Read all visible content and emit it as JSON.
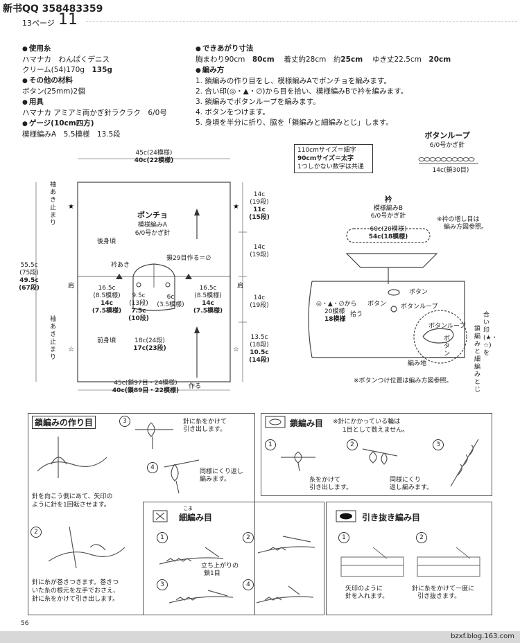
{
  "header": {
    "title": "新书QQ 358483359",
    "page_label": "13ページ",
    "page_num": "11"
  },
  "materials": [
    {
      "head": "使用糸"
    },
    {
      "text": "ハマナカ　わんぱくデニス"
    },
    {
      "text": "クリーム(54)170g",
      "bold": "135g"
    },
    {
      "head": "その他の材料"
    },
    {
      "text": "ボタン(25mm)2個"
    },
    {
      "head": "用具"
    },
    {
      "text": "ハマナカ アミアミ両かぎ針ラクラク　6/0号"
    },
    {
      "head": "ゲージ(10cm四方)"
    },
    {
      "text": "模様編みA　5.5模様　13.5段"
    }
  ],
  "finished": {
    "head": "できあがり寸法",
    "line": "胸まわり90cm",
    "line_b": "80cm",
    "line2": "着丈約28cm　約",
    "line2_b": "25cm",
    "line3": "ゆき丈22.5cm",
    "line3_b": "20cm"
  },
  "method": {
    "head": "編み方",
    "steps": [
      "1. 鎖編みの作り目をし、模様編みAでポンチョを編みます。",
      "2. 合い印(◎・▲・∅)から目を拾い、模様編みBで衿を編みます。",
      "3. 鎖編みでボタンループを編みます。",
      "4. ボタンをつけます。",
      "5. 身頃を半分に折り、脇を「鎖編みと細編みとじ」します。"
    ]
  },
  "size_box": [
    "110cmサイズ＝細字",
    "90cmサイズ＝太字",
    "1つしかない数字は共通"
  ],
  "poncho": {
    "top_w": "45c(24模様)",
    "top_w_b": "40c(22模様)",
    "title": "ポンチョ",
    "pattern": "模様編みA",
    "hook": "6/0号かぎ針",
    "back": "後身頃",
    "front": "前身頃",
    "collar": "衿あき",
    "chain": "鎖29目作る＝∅",
    "left_side": "袖あき止まり",
    "left_side2": "袖あき止まり",
    "shoulder": "肩",
    "shoulder_r": "肩",
    "height": "55.5c",
    "height2": "(75段)",
    "height_b": "49.5c",
    "height2_b": "(67段)",
    "r1": "14c",
    "r1b": "(19段)",
    "r1c": "11c",
    "r1d": "(15段)",
    "r2": "14c",
    "r2b": "(19段)",
    "r3": "14c",
    "r3b": "(19段)",
    "r4": "13.5c",
    "r4b": "(18段)",
    "r4c": "10.5c",
    "r4d": "(14段)",
    "sh_l": "16.5c",
    "sh_l2": "(8.5模様)",
    "sh_lb": "14c",
    "sh_lb2": "(7.5模様)",
    "sh_r": "16.5c",
    "sh_r2": "(8.5模様)",
    "sh_rb": "14c",
    "sh_rb2": "(7.5模様)",
    "nk_l": "9.5c",
    "nk_l2": "(13段)",
    "nk_lb": "7.5c",
    "nk_lb2": "(10段)",
    "nk_c": "6c",
    "nk_c2": "(3.5模様)",
    "fr": "18c(24段)",
    "fr_b": "17c(23段)",
    "bot": "45c(鎖97目・24模様)",
    "bot_b": "40c(鎖89目・22模様)",
    "bot_make": "作る"
  },
  "button_loop": {
    "title": "ボタンループ",
    "hook": "6/0号かぎ針",
    "len": "14c(鎖30目)"
  },
  "eri": {
    "title": "衿",
    "pattern": "模様編みB",
    "hook": "6/0号かぎ針",
    "w": "60c(20模様)",
    "w_b": "54c(18模様)",
    "note": "※衿の増し目は",
    "note2": "編み方図参照。",
    "pick": "◎・▲・∅から",
    "pick2": "20模様",
    "pick2_b": "18模様",
    "pick3": "拾う",
    "button": "ボタン",
    "button2": "ボタン",
    "loop": "ボタンループ",
    "loop2": "ボタンループ",
    "button3": "ボタン",
    "base": "編み地",
    "side": "合い印(★・☆)を",
    "side2": "鎖編みと細編みとじ",
    "foot": "※ボタンつけ位置は編み方図参照。"
  },
  "chain_start": {
    "title": "鎖編みの作り目",
    "s1": "針を向こう側にあて、矢印の",
    "s1b": "ように針を1回転させます。",
    "s2": "針に糸が巻きつきます。巻きつ",
    "s2b": "いた糸の根元を左手でおさえ、",
    "s2c": "針に糸をかけて引き出します。",
    "s3": "針に糸をかけて",
    "s3b": "引き出します。",
    "s4": "同様にくり返し",
    "s4b": "編みます。"
  },
  "chain_st": {
    "title": "鎖編み目",
    "note": "※針にかかっている輪は",
    "note2": "1目として数えません。",
    "s1": "糸をかけて",
    "s1b": "引き出します。",
    "s2": "同様にくり",
    "s2b": "返し編みます。"
  },
  "sc": {
    "title": "細編み目",
    "ruby": "こま",
    "tag": "立ち上がりの",
    "tag2": "鎖1目"
  },
  "sl": {
    "title": "引き抜き編み目",
    "s1": "矢印のように",
    "s1b": "針を入れます。",
    "s2": "針に糸をかけて一度に",
    "s2b": "引き抜きます。"
  },
  "footer": {
    "page": "56",
    "url": "bzxf.blog.163.com"
  }
}
